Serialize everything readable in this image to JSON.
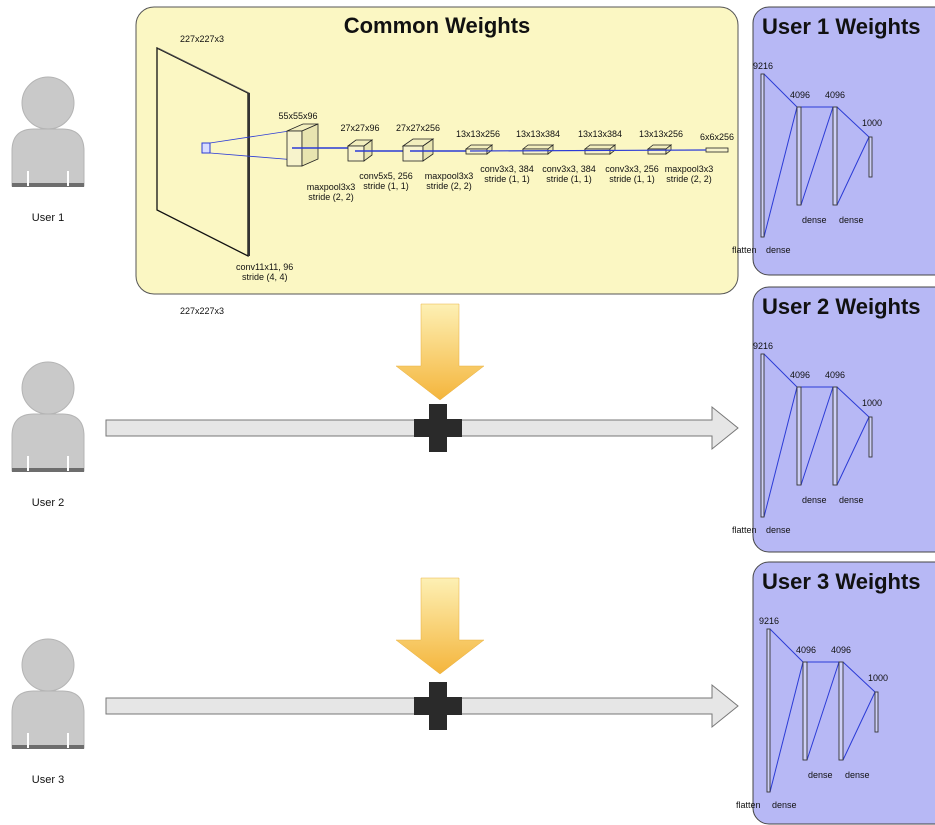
{
  "common": {
    "title": "Common Weights",
    "input_label_top": "227x227x3",
    "input_label_bottom": "227x227x3",
    "conv1_label": "conv11x11, 96",
    "conv1_stride": "stride (4, 4)",
    "blocks": [
      {
        "size": "55x55x96",
        "op": "maxpool3x3",
        "stride": "stride (2, 2)"
      },
      {
        "size": "27x27x96",
        "op": "conv5x5, 256",
        "stride": "stride (1, 1)"
      },
      {
        "size": "27x27x256",
        "op": "maxpool3x3",
        "stride": "stride (2, 2)"
      },
      {
        "size": "13x13x256",
        "op": "conv3x3, 384",
        "stride": "stride (1, 1)"
      },
      {
        "size": "13x13x384",
        "op": "conv3x3, 384",
        "stride": "stride (1, 1)"
      },
      {
        "size": "13x13x384",
        "op": "conv3x3, 256",
        "stride": "stride (1, 1)"
      },
      {
        "size": "13x13x256",
        "op": "maxpool3x3",
        "stride": "stride (2, 2)"
      },
      {
        "size": "6x6x256",
        "op": "",
        "stride": ""
      }
    ]
  },
  "user_panels": [
    {
      "title": "User 1 Weights"
    },
    {
      "title": "User 2 Weights"
    },
    {
      "title": "User 3 Weights"
    }
  ],
  "dense_labels": {
    "n1": "9216",
    "n2": "4096",
    "n3": "4096",
    "n4": "1000",
    "flatten": "flatten",
    "dense": "dense"
  },
  "users": [
    {
      "label": "User 1"
    },
    {
      "label": "User 2"
    },
    {
      "label": "User 3"
    }
  ],
  "colors": {
    "common_bg": "#fbf7c3",
    "user_bg": "#b7b8f5",
    "accent_line": "#2b3bd6",
    "arrow_down_top": "#fbe9a0",
    "arrow_down_bottom": "#f6b83c",
    "user_icon": "#c8c8c8"
  },
  "icons": {
    "user": "user-avatar-icon",
    "plus": "plus-icon",
    "arrow_down": "arrow-down-icon",
    "arrow_right": "arrow-right-icon"
  }
}
